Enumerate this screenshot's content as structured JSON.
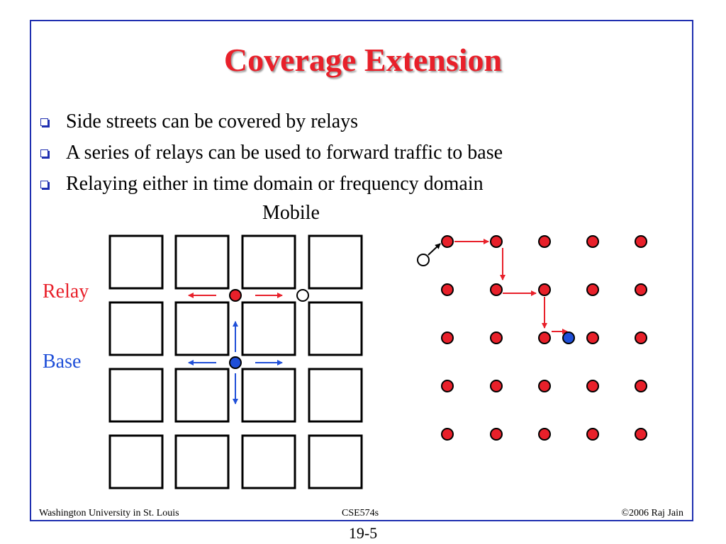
{
  "slide": {
    "title": "Coverage Extension",
    "bullets": [
      "Side streets can be covered by relays",
      "A series of relays can be used to forward traffic to base",
      "Relaying either in time domain or frequency domain"
    ]
  },
  "diagram": {
    "mobile_label": "Mobile",
    "relay_label": "Relay",
    "base_label": "Base"
  },
  "colors": {
    "title": "#e8202a",
    "frame": "#1f2fb0",
    "relay": "#e8202a",
    "base": "#1f4fd8"
  },
  "footer": {
    "left": "Washington University in St. Louis",
    "center": "CSE574s",
    "right": "©2006 Raj Jain",
    "page": "19-5"
  }
}
